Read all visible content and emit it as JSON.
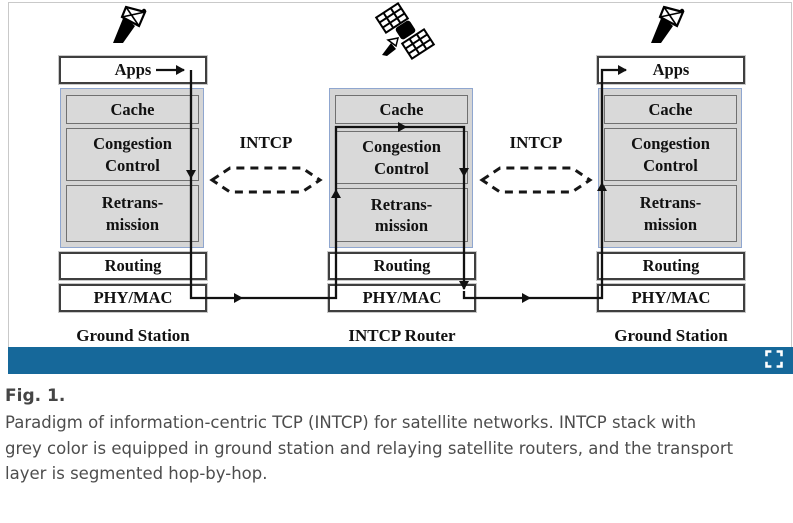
{
  "figure": {
    "stacks": [
      {
        "station_label": "Ground Station",
        "layers": {
          "apps": "Apps",
          "cache": "Cache",
          "congestion": "Congestion\nControl",
          "retrans": "Retrans-\nmission",
          "routing": "Routing",
          "phymac": "PHY/MAC"
        }
      },
      {
        "station_label": "INTCP Router",
        "layers": {
          "cache": "Cache",
          "congestion": "Congestion\nControl",
          "retrans": "Retrans-\nmission",
          "routing": "Routing",
          "phymac": "PHY/MAC"
        }
      },
      {
        "station_label": "Ground Station",
        "layers": {
          "apps": "Apps",
          "cache": "Cache",
          "congestion": "Congestion\nControl",
          "retrans": "Retrans-\nmission",
          "routing": "Routing",
          "phymac": "PHY/MAC"
        }
      }
    ],
    "links": [
      {
        "label": "INTCP"
      },
      {
        "label": "INTCP"
      }
    ],
    "icons": {
      "left": "satellite-dish",
      "center": "satellite",
      "right": "satellite-dish"
    },
    "colors": {
      "stack_fill": "#d9d9d9",
      "stack_border": "#707070",
      "container_border": "#8fa6cf",
      "toolbar_blue": "#16689a",
      "arrow": "#111111"
    }
  },
  "toolbar": {
    "expand_icon": "expand"
  },
  "caption": {
    "label": "Fig. 1.",
    "text": "Paradigm of information-centric TCP (INTCP) for satellite networks. INTCP stack with grey color is equipped in ground station and relaying satellite routers, and the transport layer is segmented hop-by-hop."
  }
}
